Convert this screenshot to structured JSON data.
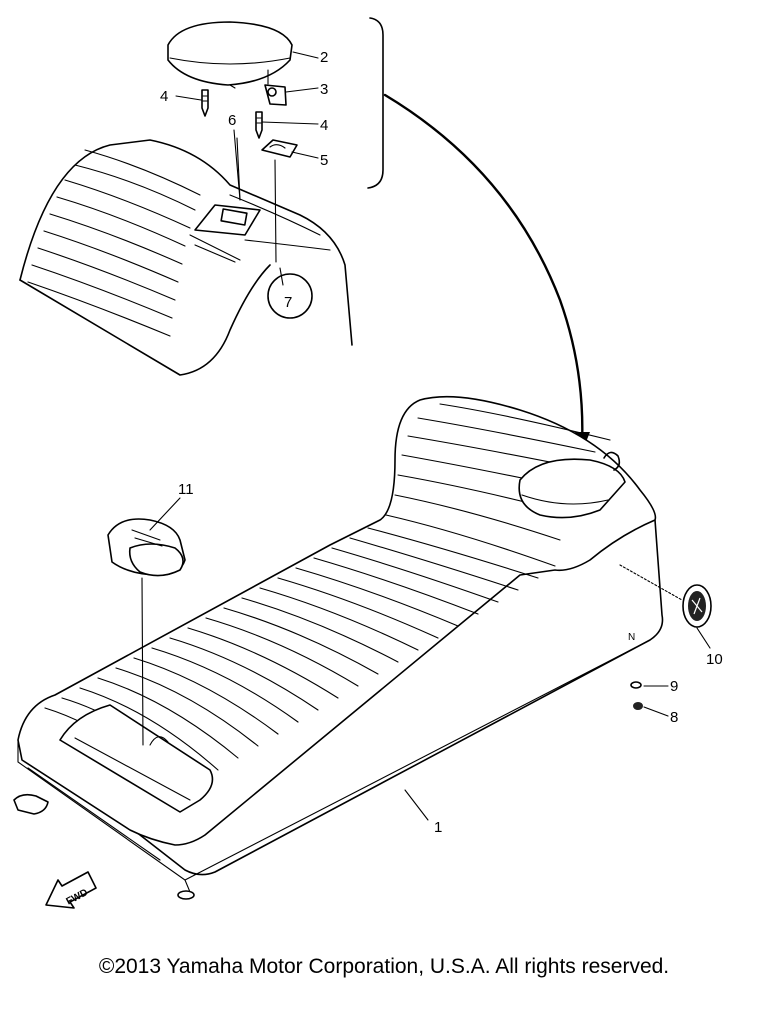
{
  "callouts": [
    "1",
    "2",
    "3",
    "4",
    "4",
    "5",
    "6",
    "7",
    "8",
    "9",
    "10",
    "11"
  ],
  "fwd_label": "FWD",
  "copyright": "©2013 Yamaha Motor Corporation, U.S.A. All rights reserved."
}
